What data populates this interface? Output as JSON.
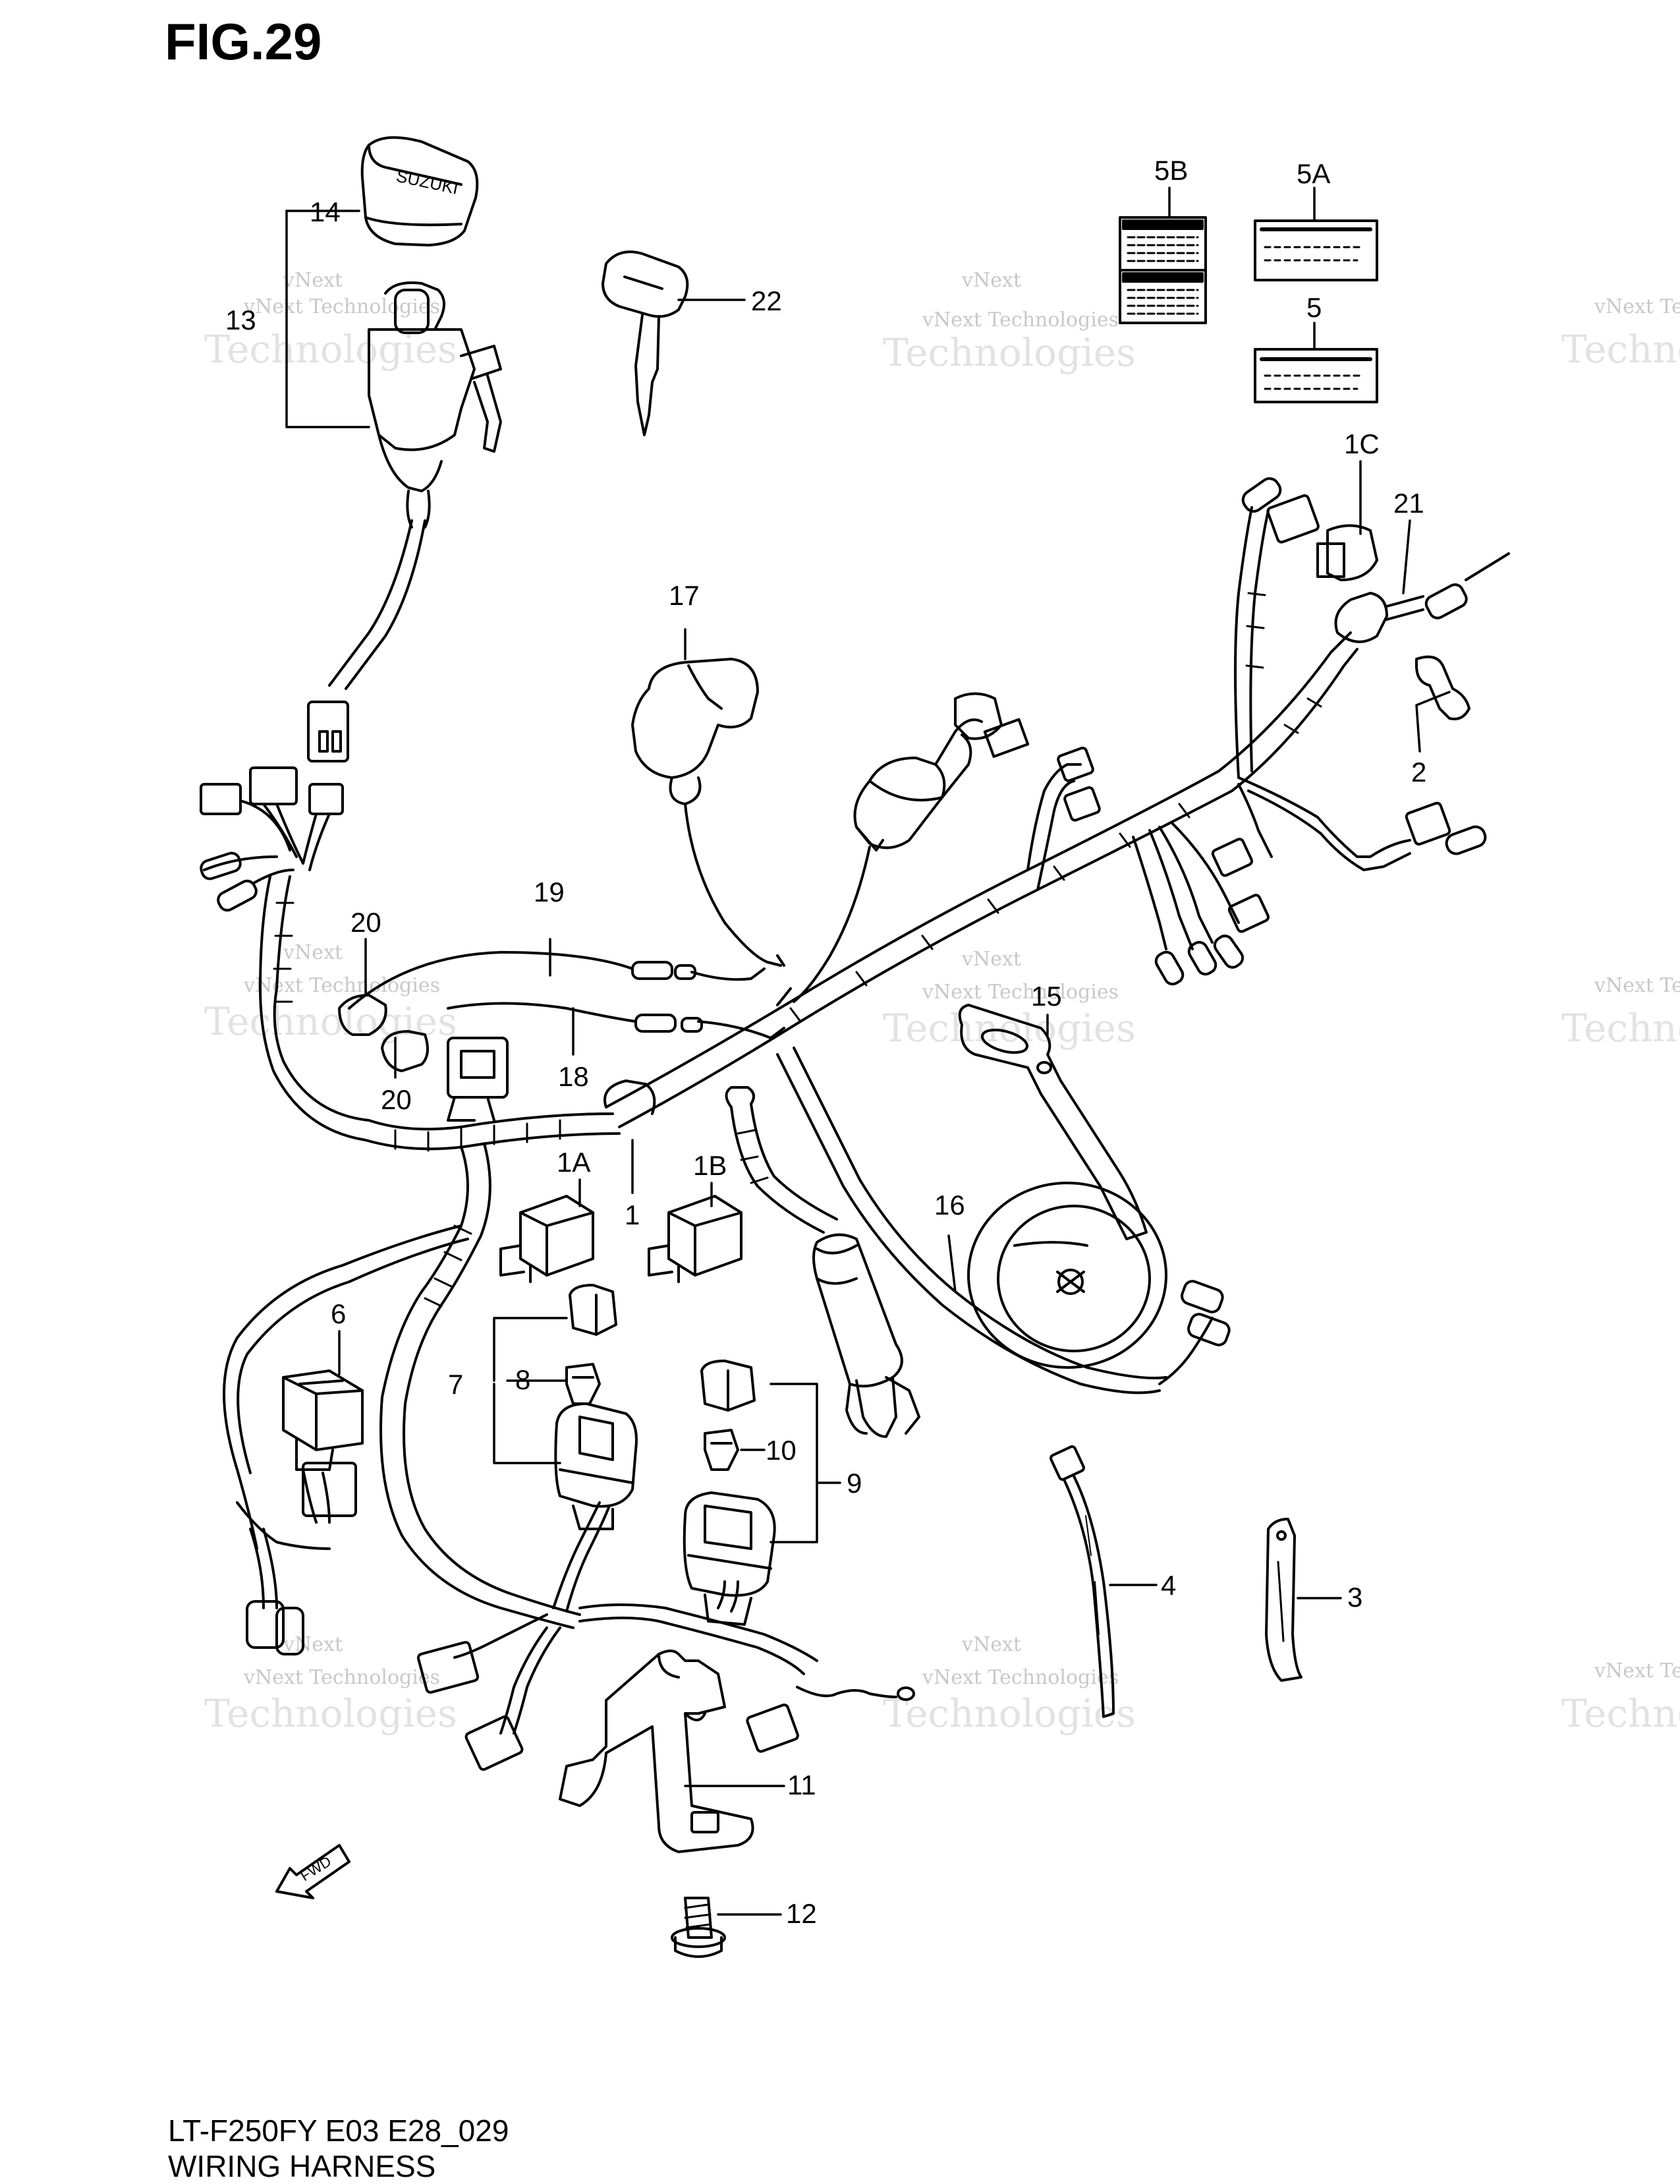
{
  "figure": {
    "title": "FIG.29",
    "model_code": "LT-F250FY E03 E28_029",
    "caption": "WIRING HARNESS"
  },
  "watermark": {
    "line1": "vNext",
    "line2": "vNext Technologies",
    "line3": "Technologies"
  },
  "fwd_label": "FWD",
  "callouts": [
    {
      "id": "c14",
      "label": "14"
    },
    {
      "id": "c13",
      "label": "13"
    },
    {
      "id": "c22",
      "label": "22"
    },
    {
      "id": "c5B",
      "label": "5B"
    },
    {
      "id": "c5A",
      "label": "5A"
    },
    {
      "id": "c5",
      "label": "5"
    },
    {
      "id": "c1C",
      "label": "1C"
    },
    {
      "id": "c21",
      "label": "21"
    },
    {
      "id": "c17",
      "label": "17"
    },
    {
      "id": "c2",
      "label": "2"
    },
    {
      "id": "c19",
      "label": "19"
    },
    {
      "id": "c20a",
      "label": "20"
    },
    {
      "id": "c15",
      "label": "15"
    },
    {
      "id": "c18",
      "label": "18"
    },
    {
      "id": "c20b",
      "label": "20"
    },
    {
      "id": "c1A",
      "label": "1A"
    },
    {
      "id": "c1B",
      "label": "1B"
    },
    {
      "id": "c1",
      "label": "1"
    },
    {
      "id": "c16",
      "label": "16"
    },
    {
      "id": "c6",
      "label": "6"
    },
    {
      "id": "c8",
      "label": "8"
    },
    {
      "id": "c7",
      "label": "7"
    },
    {
      "id": "c10",
      "label": "10"
    },
    {
      "id": "c9",
      "label": "9"
    },
    {
      "id": "c4",
      "label": "4"
    },
    {
      "id": "c3",
      "label": "3"
    },
    {
      "id": "c11",
      "label": "11"
    },
    {
      "id": "c12",
      "label": "12"
    }
  ]
}
